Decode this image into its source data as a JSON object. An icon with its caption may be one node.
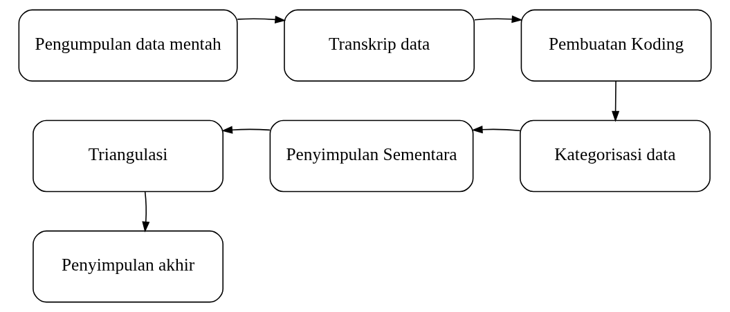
{
  "diagram": {
    "nodes": [
      {
        "text": [
          "Pengumpulan data mentah"
        ]
      },
      {
        "text": [
          "Transkrip data"
        ]
      },
      {
        "text": [
          "Pembuatan Koding"
        ]
      },
      {
        "text": [
          "Kategorisasi data"
        ]
      },
      {
        "text": [
          "Penyimpulan Sementara"
        ]
      },
      {
        "text": [
          "Triangulasi"
        ]
      },
      {
        "text": [
          "Penyimpulan akhir"
        ]
      }
    ],
    "edges": [
      {
        "from": 0,
        "to": 1,
        "arrow": "to"
      },
      {
        "from": 1,
        "to": 2,
        "arrow": "to"
      },
      {
        "from": 2,
        "to": 3,
        "arrow": "to"
      },
      {
        "from": 3,
        "to": 4,
        "arrow": "to"
      },
      {
        "from": 4,
        "to": 5,
        "arrow": "to"
      },
      {
        "from": 5,
        "to": 6,
        "arrow": "to"
      }
    ]
  }
}
